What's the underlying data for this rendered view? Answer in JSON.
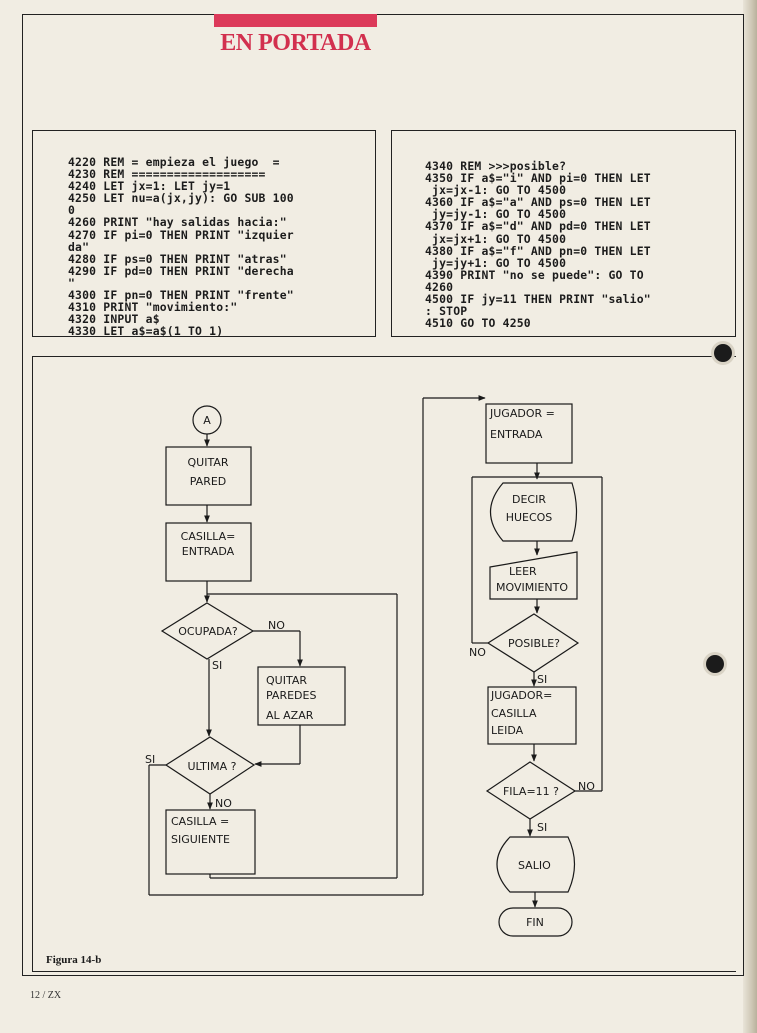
{
  "header": {
    "section": "EN PORTADA",
    "accent_color": "#dc3a5a"
  },
  "code_left": [
    "4220 REM = empieza el juego  =",
    "4230 REM ===================",
    "4240 LET jx=1: LET jy=1",
    "4250 LET nu=a(jx,jy): GO SUB 100",
    "0",
    "4260 PRINT \"hay salidas hacia:\"",
    "4270 IF pi=0 THEN PRINT \"izquier",
    "da\"",
    "4280 IF ps=0 THEN PRINT \"atras\"",
    "4290 IF pd=0 THEN PRINT \"derecha",
    "\"",
    "4300 IF pn=0 THEN PRINT \"frente\"",
    "4310 PRINT \"movimiento:\"",
    "4320 INPUT a$",
    "4330 LET a$=a$(1 TO 1)"
  ],
  "code_right": [
    "4340 REM >>>posible?",
    "4350 IF a$=\"i\" AND pi=0 THEN LET",
    " jx=jx-1: GO TO 4500",
    "4360 IF a$=\"a\" AND ps=0 THEN LET",
    " jy=jy-1: GO TO 4500",
    "4370 IF a$=\"d\" AND pd=0 THEN LET",
    " jx=jx+1: GO TO 4500",
    "4380 IF a$=\"f\" AND pn=0 THEN LET",
    " jy=jy+1: GO TO 4500",
    "4390 PRINT \"no se puede\": GO TO",
    "4260",
    "4500 IF jy=11 THEN PRINT \"salio\"",
    ": STOP",
    "4510 GO TO 4250"
  ],
  "flowchart": {
    "start": "A",
    "quitar_pared": [
      "QUITAR",
      "PARED"
    ],
    "casilla_entrada": [
      "CASILLA=",
      "ENTRADA"
    ],
    "ocupada": "OCUPADA?",
    "no1": "NO",
    "si1": "SI",
    "quitar_paredes": [
      "QUITAR",
      "PAREDES",
      "AL AZAR"
    ],
    "ultima": "ULTIMA ?",
    "si2": "SI",
    "no2": "NO",
    "casilla_siguiente": [
      "CASILLA =",
      "SIGUIENTE"
    ],
    "jugador_entrada": [
      "JUGADOR =",
      "ENTRADA"
    ],
    "decir_huecos": [
      "DECIR",
      "HUECOS"
    ],
    "leer_mov": [
      "LEER",
      "MOVIMIENTO"
    ],
    "posible": "POSIBLE?",
    "no3": "NO",
    "si3": "SI",
    "jugador_casilla": [
      "JUGADOR=",
      "CASILLA",
      "LEIDA"
    ],
    "fila": "FILA=11 ?",
    "no4": "NO",
    "si4": "SI",
    "salio": "SALIO",
    "fin": "FIN"
  },
  "figure_caption": "Figura 14-b",
  "page_number": "12 / ZX"
}
